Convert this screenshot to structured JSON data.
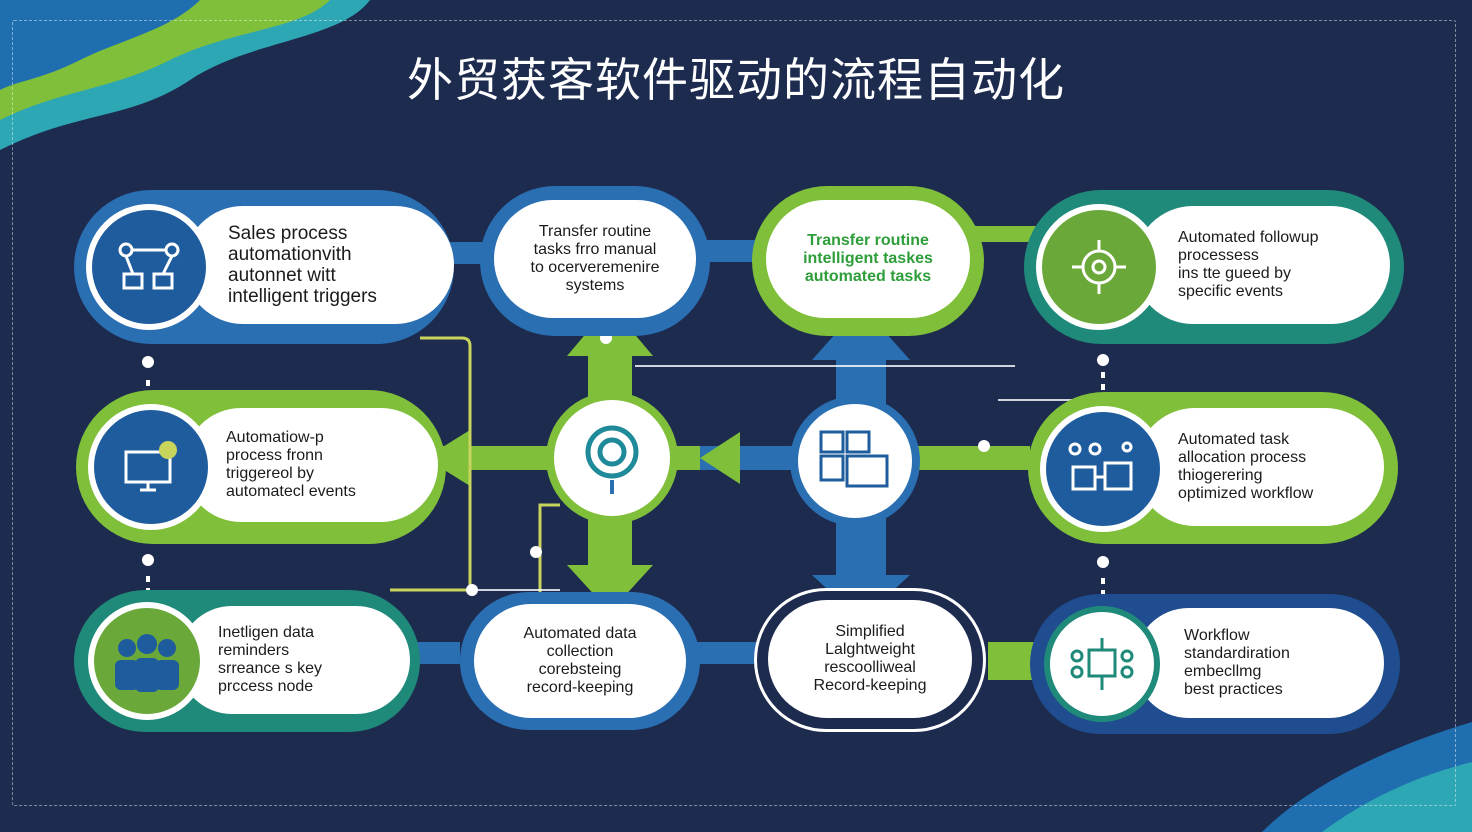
{
  "title": "外贸获客软件驱动的流程自动化",
  "colors": {
    "background": "#1d2b4f",
    "blue": "#2b6fb3",
    "green": "#7fbf3a",
    "teal": "#1f8a7a"
  },
  "nodes": [
    {
      "id": "sales-process",
      "text": "Sales process\nautomationvith\nautonnet witt\nintelligent triggers",
      "icon": "network-icon"
    },
    {
      "id": "transfer-manual",
      "text": "Transfer routine\ntasks frro manual\nto ocerveremenire\nsystems"
    },
    {
      "id": "transfer-intelligent",
      "text": "Transfer routine\nintelligent taskes\nautomated tasks"
    },
    {
      "id": "automated-followup",
      "text": "Automated followup\nprocessess\nins tte gueed by\nspecific events",
      "icon": "automation-gear-icon"
    },
    {
      "id": "automation-triggered",
      "text": "Automatiow-p\nprocess fronn\ntriggereol by\nautomatecl events",
      "icon": "monitor-icon"
    },
    {
      "id": "task-allocation",
      "text": "Automated task\nallocation process\nthiogerering\noptimized workflow",
      "icon": "workflow-icon"
    },
    {
      "id": "intelligent-reminders",
      "text": "Inetligen data\nreminders\nsrreance s key\nprccess node",
      "icon": "team-icon"
    },
    {
      "id": "data-collection",
      "text": "Automated data\ncollection\ncorebsteing\nrecord-keeping"
    },
    {
      "id": "simplified-recording",
      "text": "Simplified\nLalghtweight\nrescoolliweal\nRecord-keeping"
    },
    {
      "id": "workflow-standardization",
      "text": "Workflow\nstandardiration\nembecllmg\nbest practices",
      "icon": "nodes-icon"
    }
  ],
  "hubs": [
    {
      "id": "center-left",
      "icon": "cycle-icon"
    },
    {
      "id": "center-right",
      "icon": "dashboard-icon"
    }
  ]
}
